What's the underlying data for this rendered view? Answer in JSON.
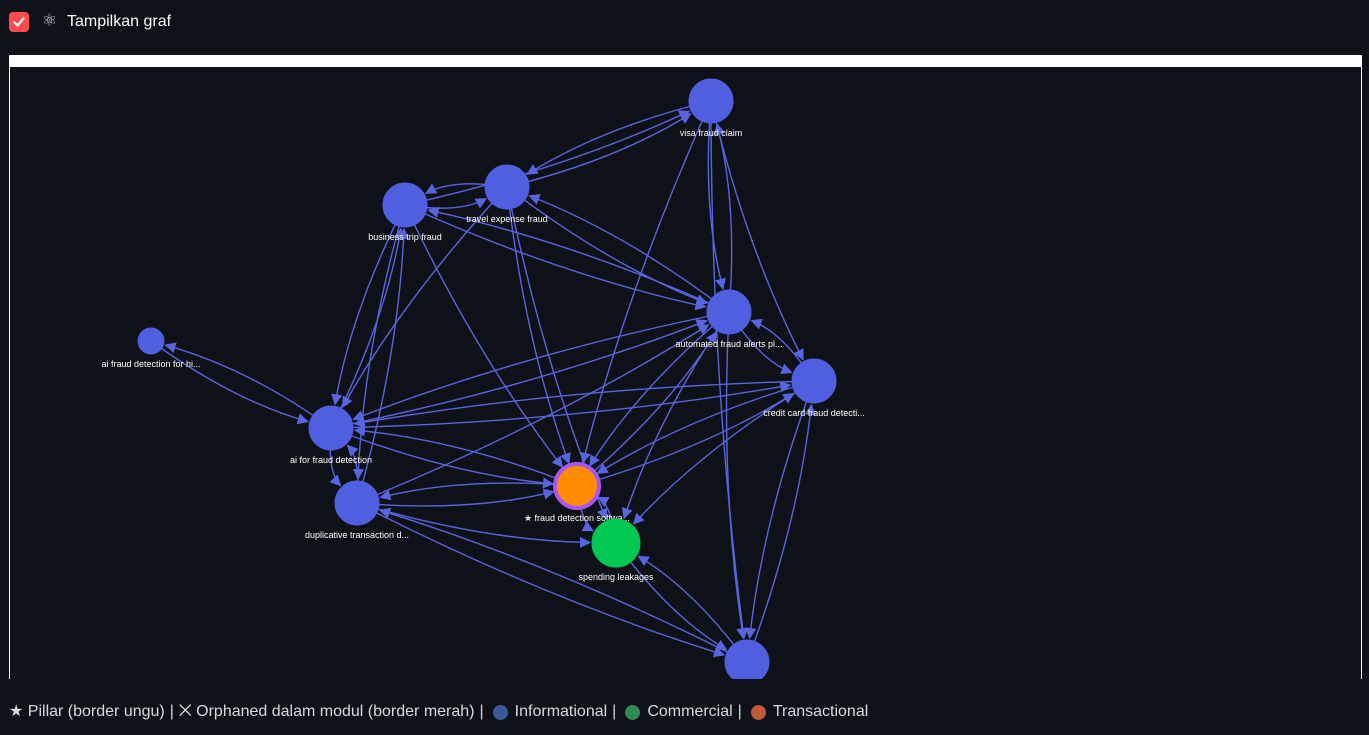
{
  "toggle": {
    "icon": "atom-icon",
    "icon_glyph": "⚛",
    "label": "Tampilkan graf",
    "checked": true,
    "check_color": "#ff4b4b"
  },
  "graph": {
    "edge_color": "#5865e0",
    "nodes": [
      {
        "id": "visa",
        "label": "visa fraud claim",
        "color": "#4f5fe0",
        "border": "#4f5fe0"
      },
      {
        "id": "travel",
        "label": "travel expense fraud",
        "color": "#4f5fe0",
        "border": "#4f5fe0"
      },
      {
        "id": "business",
        "label": "business trip fraud",
        "color": "#4f5fe0",
        "border": "#4f5fe0"
      },
      {
        "id": "automated",
        "label": "automated fraud alerts pl...",
        "color": "#4f5fe0",
        "border": "#4f5fe0"
      },
      {
        "id": "aihi",
        "label": "ai fraud detection for hi...",
        "color": "#4f5fe0",
        "border": "#4f5fe0"
      },
      {
        "id": "credit",
        "label": "credit card fraud detecti...",
        "color": "#4f5fe0",
        "border": "#4f5fe0"
      },
      {
        "id": "aifor",
        "label": "ai for fraud detection",
        "color": "#4f5fe0",
        "border": "#4f5fe0"
      },
      {
        "id": "pillar",
        "label": "★ fraud detection softwa...",
        "color": "#ff8c00",
        "border": "#a855f7"
      },
      {
        "id": "dup",
        "label": "duplicative transaction d...",
        "color": "#4f5fe0",
        "border": "#4f5fe0"
      },
      {
        "id": "spending",
        "label": "spending leakages",
        "color": "#00c853",
        "border": "#00c853"
      },
      {
        "id": "bottom",
        "label": "",
        "color": "#4f5fe0",
        "border": "#4f5fe0"
      }
    ],
    "edges": [
      [
        "business",
        "travel"
      ],
      [
        "travel",
        "business"
      ],
      [
        "business",
        "visa"
      ],
      [
        "travel",
        "visa"
      ],
      [
        "visa",
        "travel"
      ],
      [
        "travel",
        "automated"
      ],
      [
        "automated",
        "travel"
      ],
      [
        "business",
        "automated"
      ],
      [
        "automated",
        "business"
      ],
      [
        "visa",
        "automated"
      ],
      [
        "automated",
        "visa"
      ],
      [
        "visa",
        "credit"
      ],
      [
        "automated",
        "credit"
      ],
      [
        "credit",
        "automated"
      ],
      [
        "aihi",
        "aifor"
      ],
      [
        "aifor",
        "aihi"
      ],
      [
        "business",
        "aifor"
      ],
      [
        "aifor",
        "business"
      ],
      [
        "travel",
        "aifor"
      ],
      [
        "aifor",
        "automated"
      ],
      [
        "automated",
        "aifor"
      ],
      [
        "aifor",
        "credit"
      ],
      [
        "credit",
        "aifor"
      ],
      [
        "aifor",
        "pillar"
      ],
      [
        "pillar",
        "aifor"
      ],
      [
        "dup",
        "pillar"
      ],
      [
        "pillar",
        "dup"
      ],
      [
        "dup",
        "automated"
      ],
      [
        "business",
        "pillar"
      ],
      [
        "travel",
        "pillar"
      ],
      [
        "travel",
        "spending"
      ],
      [
        "automated",
        "pillar"
      ],
      [
        "pillar",
        "automated"
      ],
      [
        "credit",
        "pillar"
      ],
      [
        "pillar",
        "credit"
      ],
      [
        "credit",
        "spending"
      ],
      [
        "automated",
        "spending"
      ],
      [
        "visa",
        "pillar"
      ],
      [
        "dup",
        "spending"
      ],
      [
        "spending",
        "pillar"
      ],
      [
        "pillar",
        "spending"
      ],
      [
        "dup",
        "bottom"
      ],
      [
        "bottom",
        "dup"
      ],
      [
        "spending",
        "bottom"
      ],
      [
        "bottom",
        "spending"
      ],
      [
        "credit",
        "bottom"
      ],
      [
        "bottom",
        "credit"
      ],
      [
        "visa",
        "bottom"
      ],
      [
        "automated",
        "bottom"
      ],
      [
        "business",
        "dup"
      ],
      [
        "dup",
        "business"
      ],
      [
        "aifor",
        "dup"
      ],
      [
        "dup",
        "aifor"
      ]
    ]
  },
  "legend": {
    "pillar": "★ Pillar (border ungu)",
    "orphaned": "⨉ Orphaned dalam modul (border merah)",
    "informational": "Informational",
    "informational_color": "#3b5998",
    "commercial": "Commercial",
    "commercial_color": "#2e8b57",
    "transactional": "Transactional",
    "transactional_color": "#c0583a",
    "separator": "|"
  }
}
